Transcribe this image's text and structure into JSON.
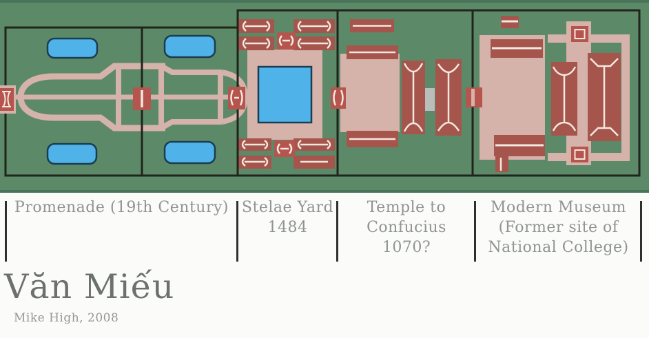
{
  "title": "Văn Miếu",
  "credit": "Mike High, 2008",
  "labels": {
    "promenade": [
      "Promenade (19th Century)"
    ],
    "stelae": [
      "Stelae Yard",
      "1484"
    ],
    "temple": [
      "Temple to",
      "Confucius",
      "1070?"
    ],
    "museum": [
      "Modern Museum",
      "(Former site of",
      "National College)"
    ]
  },
  "colors": {
    "grass": "#5c8a68",
    "grass_dark": "#49745a",
    "path_pink": "#d5b2aa",
    "building_red": "#a6554c",
    "gate_red": "#b5554e",
    "water_blue": "#4fb2e8",
    "water_border": "#1c3c50",
    "outline_black": "#20241a",
    "ridge_cream": "#f2e9e0",
    "label_gray": "#8f9492",
    "title_gray": "#6c706e",
    "credit_gray": "#959894",
    "divider_dark": "#2f2f2f",
    "page_bg": "#fbfbfa",
    "stone_gray": "#b9beba"
  }
}
